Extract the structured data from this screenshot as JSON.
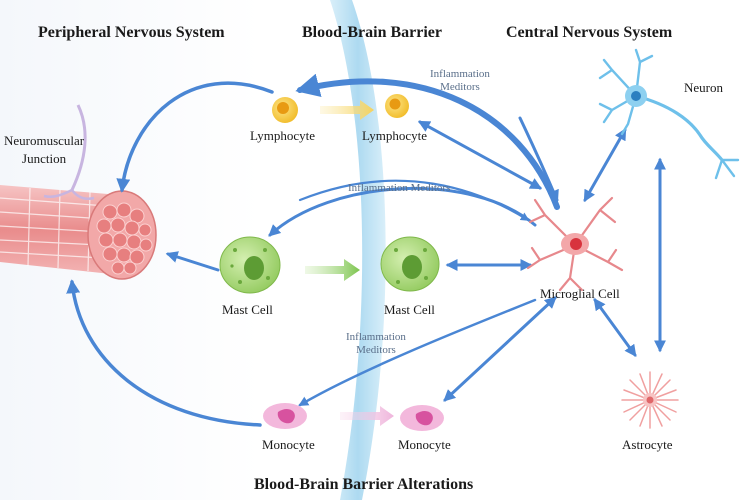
{
  "headers": {
    "pns": "Peripheral Nervous System",
    "bbb": "Blood-Brain Barrier",
    "cns": "Central Nervous System",
    "alterations": "Blood-Brain Barrier Alterations"
  },
  "labels": {
    "nmj_line1": "Neuromuscular",
    "nmj_line2": "Junction",
    "lymphocyte_left": "Lymphocyte",
    "lymphocyte_right": "Lymphocyte",
    "mast_left": "Mast Cell",
    "mast_right": "Mast Cell",
    "monocyte_left": "Monocyte",
    "monocyte_right": "Monocyte",
    "neuron": "Neuron",
    "microglial": "Microglial Cell",
    "astrocyte": "Astrocyte"
  },
  "mediators": {
    "top_line1": "Inflammation",
    "top_line2": "Meditors",
    "middle": "Inflammation Meditors",
    "bottom_line1": "Inflammation",
    "bottom_line2": "Meditors"
  },
  "colors": {
    "arrow": "#4a86d4",
    "barrier": "#bfe3f5",
    "lymphocyte": "#f3c22a",
    "mast_cell": "#9fd36a",
    "monocyte": "#e98fc8",
    "microglia": "#e8646a",
    "neuron": "#6ec0ea",
    "astrocyte": "#f0a0a0",
    "muscle": "#e88a8a"
  }
}
